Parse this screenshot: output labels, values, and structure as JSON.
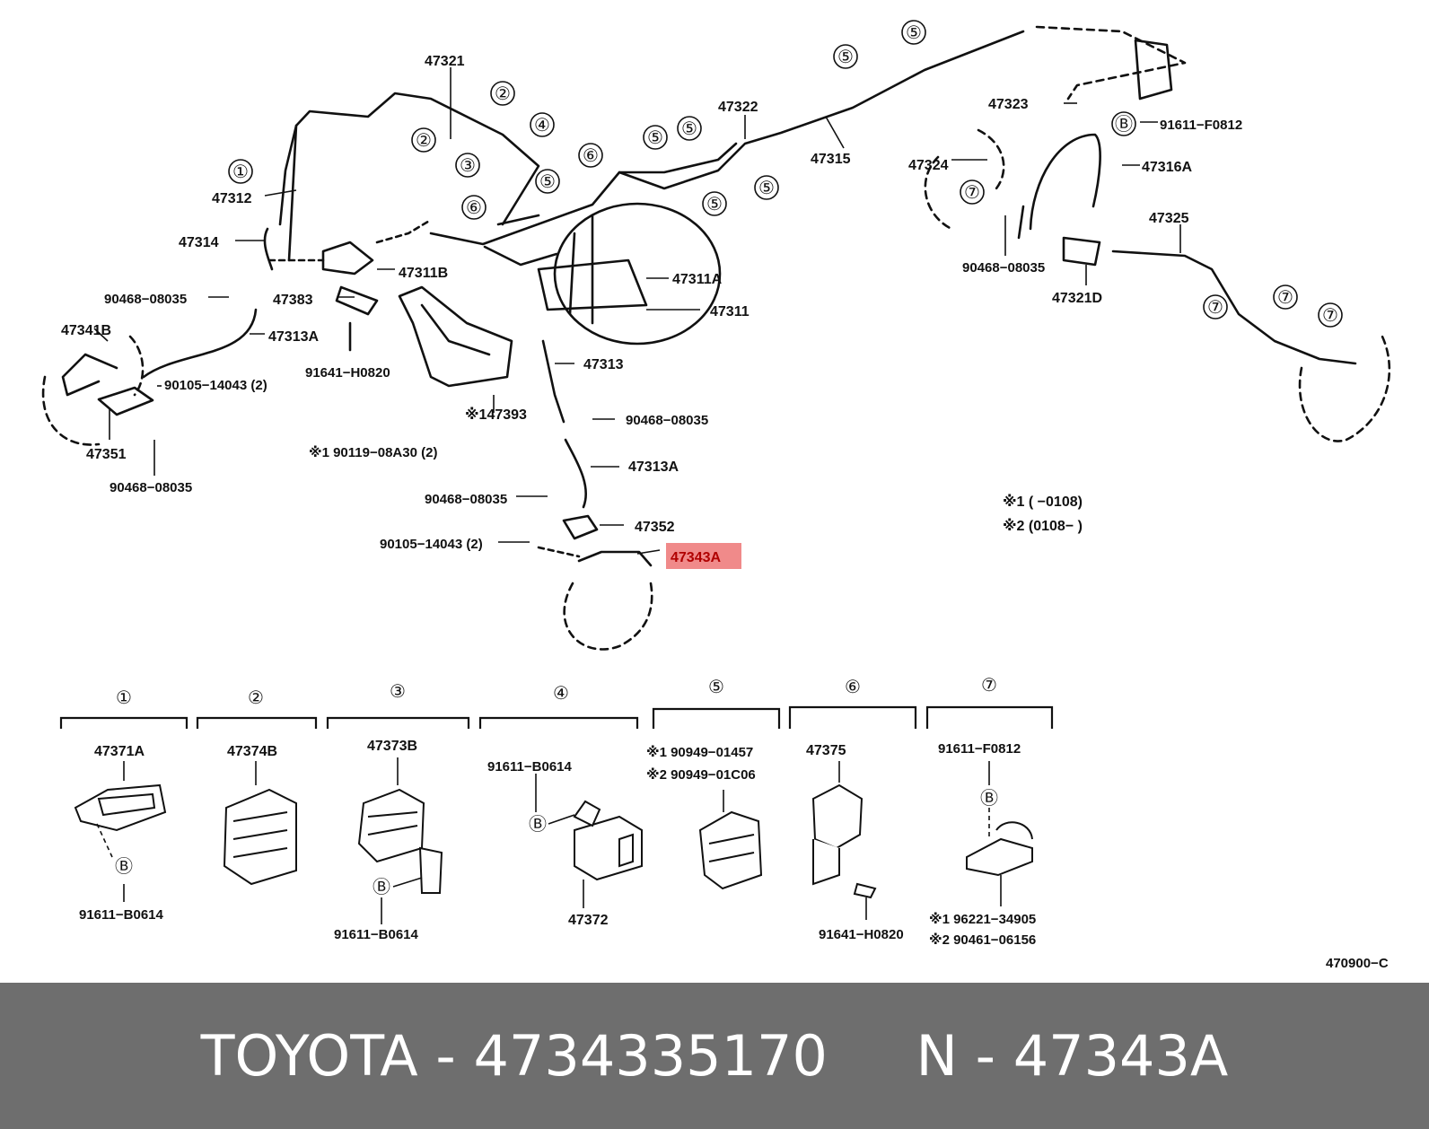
{
  "diagram": {
    "callouts": {
      "p47321": "47321",
      "p47322": "47322",
      "p47315": "47315",
      "p47323": "47323",
      "p91611F0812": "91611−F0812",
      "p47324": "47324",
      "p47316A": "47316A",
      "p47325": "47325",
      "p90468_08035_r": "90468−08035",
      "p47321D": "47321D",
      "p47312": "47312",
      "p47314": "47314",
      "p47311B": "47311B",
      "p47311A": "47311A",
      "p47311": "47311",
      "p90468_08035_l": "90468−08035",
      "p47383": "47383",
      "p47341B": "47341B",
      "p47313A_l": "47313A",
      "p91641H0820": "91641−H0820",
      "p90105_14043_l": "90105−14043 (2)",
      "p47351": "47351",
      "p90468_08035_bl": "90468−08035",
      "p147393": "※147393",
      "p90119": "※1 90119−08A30 (2)",
      "p47313": "47313",
      "p90468_08035_c": "90468−08035",
      "p47313A_c": "47313A",
      "p90468_08035_c2": "90468−08035",
      "p47352": "47352",
      "p90105_14043_c": "90105−14043 (2)",
      "p47343A": "47343A"
    },
    "notes": {
      "n1": "※1 (        −0108)",
      "n2": "※2 (0108−        )"
    },
    "circle_marks": [
      "1",
      "2",
      "3",
      "4",
      "5",
      "6",
      "7",
      "B"
    ],
    "kits": [
      {
        "mark": "1",
        "parts": [
          "47371A",
          "91611−B0614"
        ]
      },
      {
        "mark": "2",
        "parts": [
          "47374B"
        ]
      },
      {
        "mark": "3",
        "parts": [
          "47373B",
          "91611−B0614"
        ]
      },
      {
        "mark": "4",
        "parts": [
          "91611−B0614",
          "47372"
        ]
      },
      {
        "mark": "5",
        "parts": [
          "※1 90949−01457",
          "※2 90949−01C06"
        ]
      },
      {
        "mark": "6",
        "parts": [
          "47375",
          "91641−H0820"
        ]
      },
      {
        "mark": "7",
        "parts": [
          "91611−F0812",
          "※1 96221−34905",
          "※2 90461−06156"
        ]
      }
    ],
    "diagram_code": "470900−C",
    "highlight_color": "#f08a8a"
  },
  "footer": {
    "brand": "TOYOTA",
    "sep1": " - ",
    "part_number": "4734335170",
    "gap": "     ",
    "n_label": "N",
    "sep2": " - ",
    "ref": "47343A"
  }
}
